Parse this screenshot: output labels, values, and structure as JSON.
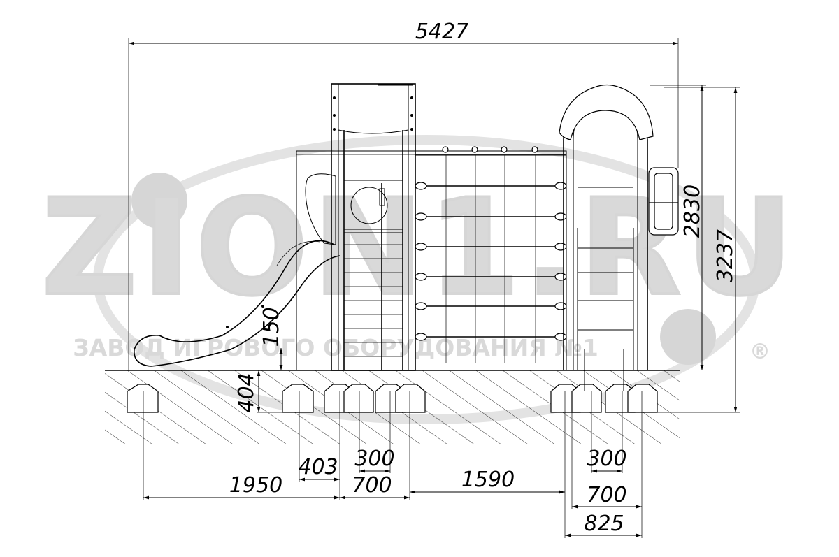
{
  "watermark": {
    "site": "ZION1.RU",
    "caption": "ЗАВОД ИГРОВОГО ОБОРУДОВАНИЯ №1",
    "registered": "®"
  },
  "dimensions": {
    "overall_width": "5427",
    "total_height": "3237",
    "platform_height": "2830",
    "slide_clearance": "150",
    "footing_depth": "404",
    "slide_offset": "1950",
    "post_offset": "403",
    "tower_left_inner": "300",
    "tower_left_outer": "700",
    "span_between": "1590",
    "tower_right_inner": "300",
    "tower_right_outer": "700",
    "tower_right_footings": "825"
  }
}
